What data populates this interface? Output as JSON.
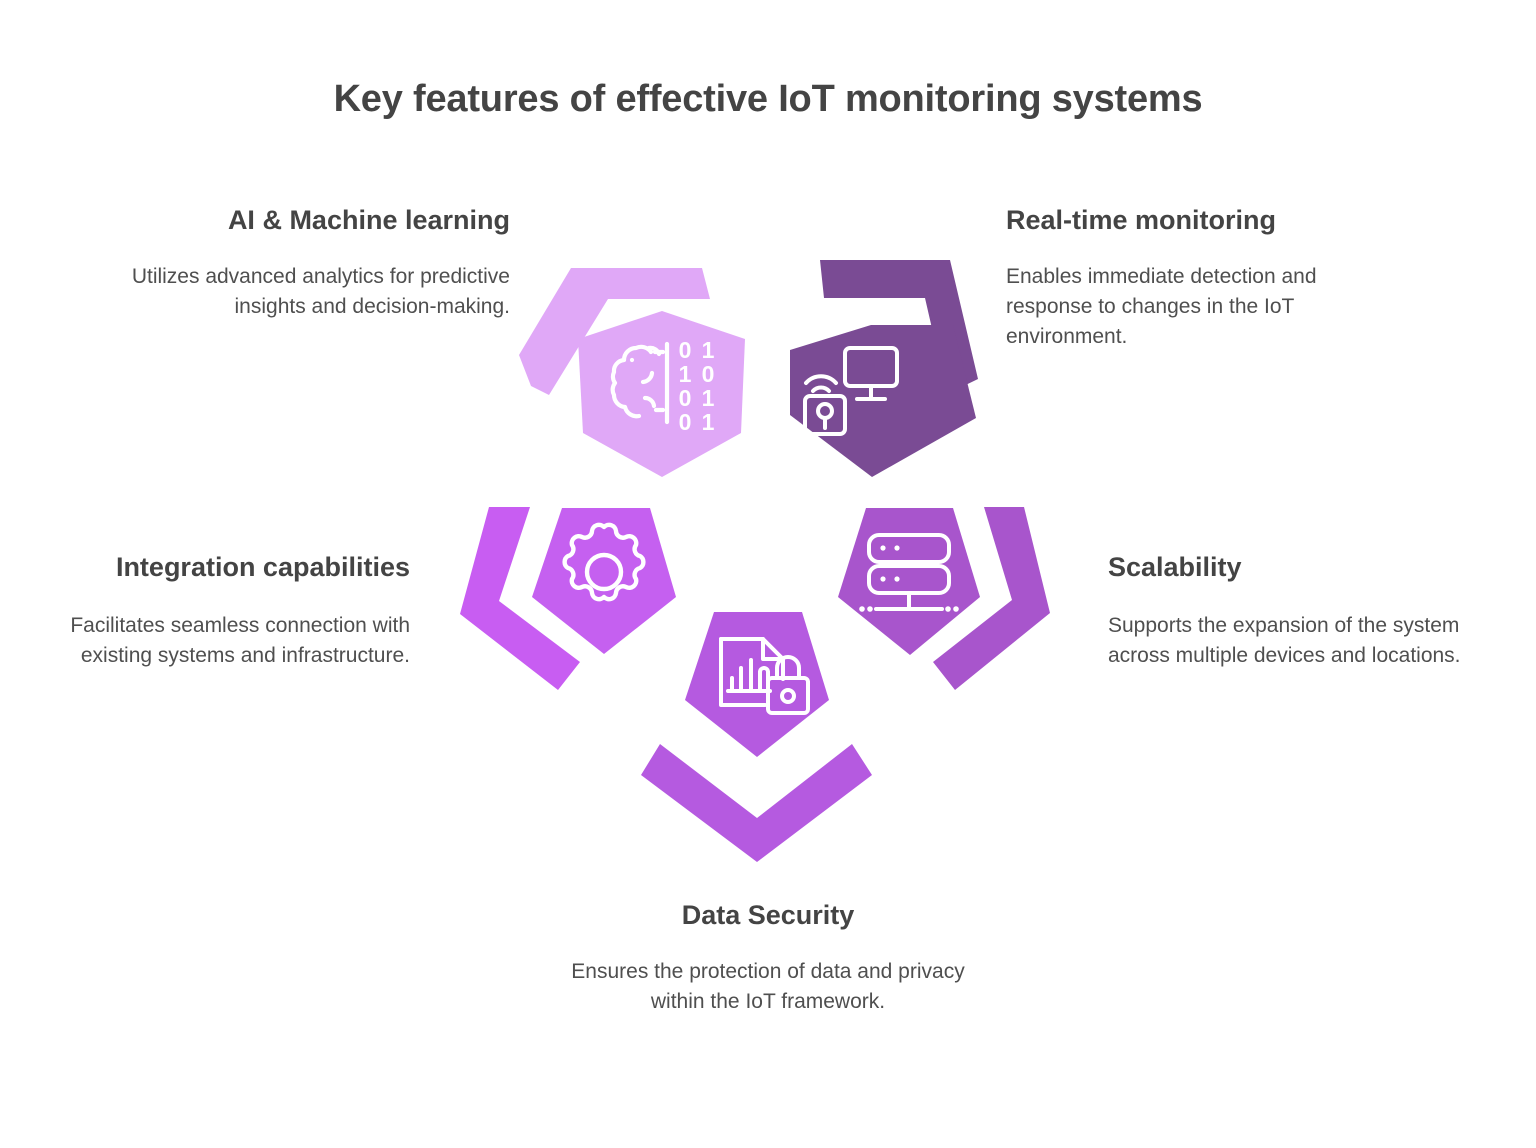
{
  "page": {
    "title": "Key features of effective IoT monitoring systems",
    "background_color": "#ffffff",
    "text_color": "#444444"
  },
  "features": [
    {
      "id": "ai-machine-learning",
      "title": "AI & Machine learning",
      "description": "Utilizes advanced analytics for predictive insights and decision-making.",
      "icon": "brain-binary-icon",
      "icon_digits": [
        "01",
        "10",
        "01",
        "01"
      ],
      "shape_color": "#e0a8f7",
      "arm_color": "#e0a8f7",
      "position": "top-left",
      "align": "right"
    },
    {
      "id": "real-time-monitoring",
      "title": "Real-time monitoring",
      "description": "Enables immediate detection and response to changes in the IoT environment.",
      "icon": "monitor-sensor-icon",
      "shape_color": "#7a4b94",
      "arm_color": "#7a4b94",
      "position": "top-right",
      "align": "left"
    },
    {
      "id": "integration-capabilities",
      "title": "Integration capabilities",
      "description": "Facilitates seamless connection with existing systems and infrastructure.",
      "icon": "gear-icon",
      "shape_color": "#c560f0",
      "arm_color": "#c85df2",
      "position": "middle-left",
      "align": "right"
    },
    {
      "id": "scalability",
      "title": "Scalability",
      "description": "Supports the expansion of the system across multiple devices and locations.",
      "icon": "server-stack-icon",
      "shape_color": "#a855cc",
      "arm_color": "#a855cc",
      "position": "middle-right",
      "align": "left"
    },
    {
      "id": "data-security",
      "title": "Data Security",
      "description": "Ensures the protection of data and privacy within the IoT framework.",
      "icon": "document-chart-lock-icon",
      "shape_color": "#b55ae0",
      "arm_color": "#b55ae0",
      "position": "bottom-center",
      "align": "center"
    }
  ]
}
